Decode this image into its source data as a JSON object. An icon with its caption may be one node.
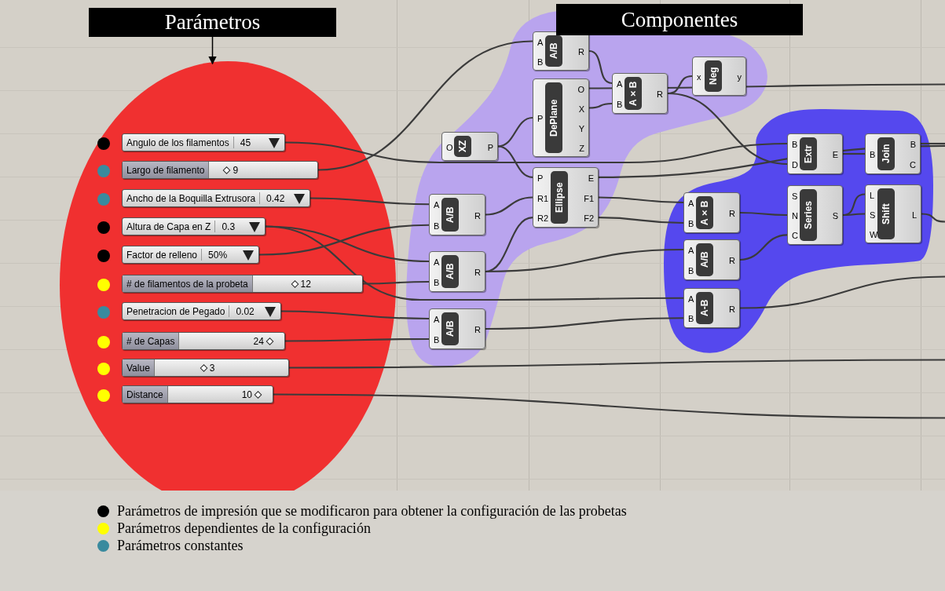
{
  "diagram": {
    "nodes": [
      {
        "text": [
          "Parámetros"
        ]
      },
      {
        "text": [],
        "shape": "ellipse"
      },
      {
        "text": [
          "Angulo de los filamentos",
          "45"
        ],
        "in": 1
      },
      {
        "text": [
          "Largo de filamento",
          "9"
        ],
        "in": 1
      },
      {
        "text": [
          "Ancho de la Boquilla Extrusora",
          "0.42"
        ],
        "in": 1
      },
      {
        "text": [
          "Altura de Capa en Z",
          "0.3"
        ],
        "in": 1
      },
      {
        "text": [
          "Factor de relleno",
          "50%"
        ],
        "in": 1
      },
      {
        "text": [
          "# de filamentos de la probeta",
          "12"
        ],
        "in": 1
      },
      {
        "text": [
          "Penetracion de Pegado",
          "0.02"
        ],
        "in": 1
      },
      {
        "text": [
          "# de Capas",
          "24"
        ],
        "in": 1
      },
      {
        "text": [
          "Value",
          "3"
        ],
        "in": 1
      },
      {
        "text": [
          "Distance",
          "10"
        ],
        "in": 1
      },
      {
        "text": [
          "Componentes"
        ]
      },
      {
        "text": [],
        "shape": "blob"
      },
      {
        "text": [
          "A",
          "B",
          "A/B",
          "R"
        ],
        "in": 13
      },
      {
        "text": [
          "P",
          "DePlane",
          "O",
          "X",
          "Y",
          "Z"
        ],
        "in": 13
      },
      {
        "text": [
          "A",
          "B",
          "A×B",
          "R"
        ],
        "in": 13
      },
      {
        "text": [
          "x",
          "Neg",
          "y"
        ],
        "in": 13
      },
      {
        "text": [
          "O",
          "XZ",
          "P"
        ],
        "in": 13
      },
      {
        "text": [
          "P",
          "R1",
          "R2",
          "Ellipse",
          "E",
          "F1",
          "F2"
        ],
        "in": 13
      },
      {
        "text": [
          "A",
          "B",
          "A/B",
          "R"
        ],
        "in": 13
      },
      {
        "text": [
          "A",
          "B",
          "A/B",
          "R"
        ],
        "in": 13
      },
      {
        "text": [
          "A",
          "B",
          "A/B",
          "R"
        ],
        "in": 13
      },
      {
        "text": [],
        "shape": "blob"
      },
      {
        "text": [
          "B",
          "D",
          "Extr",
          "E"
        ],
        "in": 23
      },
      {
        "text": [
          "B",
          "Join",
          "B",
          "C"
        ],
        "in": 23
      },
      {
        "text": [
          "A",
          "B",
          "A×B",
          "R"
        ],
        "in": 23
      },
      {
        "text": [
          "S",
          "N",
          "C",
          "Series",
          "S"
        ],
        "in": 23
      },
      {
        "text": [
          "L",
          "S",
          "W",
          "Shift",
          "L"
        ],
        "in": 23
      },
      {
        "text": [
          "A",
          "B",
          "A/B",
          "R"
        ],
        "in": 23
      },
      {
        "text": [
          "A",
          "B",
          "A-B",
          "R"
        ],
        "in": 23
      }
    ],
    "edges": [
      {
        "from": 0,
        "to": 1,
        "arrow": "to"
      },
      {
        "from": 2,
        "to": 24,
        "arrow": "none"
      },
      {
        "from": 3,
        "to": 14,
        "arrow": "none"
      },
      {
        "from": 4,
        "to": 20,
        "arrow": "none"
      },
      {
        "from": 5,
        "to": 21,
        "arrow": "none"
      },
      {
        "from": 5,
        "to": 30,
        "arrow": "none"
      },
      {
        "from": 6,
        "to": 20,
        "arrow": "none"
      },
      {
        "from": 7,
        "to": 21,
        "arrow": "none"
      },
      {
        "from": 8,
        "to": 22,
        "arrow": "none"
      },
      {
        "from": 9,
        "to": 22,
        "arrow": "none"
      },
      {
        "from": 10,
        "to": null,
        "arrow": "none"
      },
      {
        "from": 11,
        "to": null,
        "arrow": "none"
      },
      {
        "from": 18,
        "to": 15,
        "arrow": "none"
      },
      {
        "from": 18,
        "to": 19,
        "arrow": "none"
      },
      {
        "from": 20,
        "to": 19,
        "arrow": "none"
      },
      {
        "from": 21,
        "to": 19,
        "arrow": "none"
      },
      {
        "from": 21,
        "to": 29,
        "arrow": "none"
      },
      {
        "from": 14,
        "to": 16,
        "arrow": "none"
      },
      {
        "from": 15,
        "to": 16,
        "arrow": "none"
      },
      {
        "from": 16,
        "to": 17,
        "arrow": "none"
      },
      {
        "from": 16,
        "to": 24,
        "arrow": "none"
      },
      {
        "from": 19,
        "to": 26,
        "arrow": "none"
      },
      {
        "from": 19,
        "to": 26,
        "arrow": "none"
      },
      {
        "from": 22,
        "to": 30,
        "arrow": "none"
      },
      {
        "from": 26,
        "to": 27,
        "arrow": "none"
      },
      {
        "from": 29,
        "to": 27,
        "arrow": "none"
      },
      {
        "from": 27,
        "to": 28,
        "arrow": "none"
      },
      {
        "from": 27,
        "to": 28,
        "arrow": "none"
      },
      {
        "from": 24,
        "to": 25,
        "arrow": "none"
      },
      {
        "from": 25,
        "to": null,
        "arrow": "none"
      },
      {
        "from": 28,
        "to": null,
        "arrow": "none"
      },
      {
        "from": 30,
        "to": null,
        "arrow": "none"
      },
      {
        "from": 19,
        "to": null,
        "arrow": "none"
      },
      {
        "from": 15,
        "to": null,
        "arrow": "none"
      }
    ],
    "legend": [
      {
        "text": "Parámetros de impresión que se modificaron para obtener la configuración de las probetas",
        "color": "#000000"
      },
      {
        "text": "Parámetros dependientes de la configuración",
        "color": "#ffff00"
      },
      {
        "text": "Parámetros constantes",
        "color": "#3a8a9e"
      }
    ]
  }
}
